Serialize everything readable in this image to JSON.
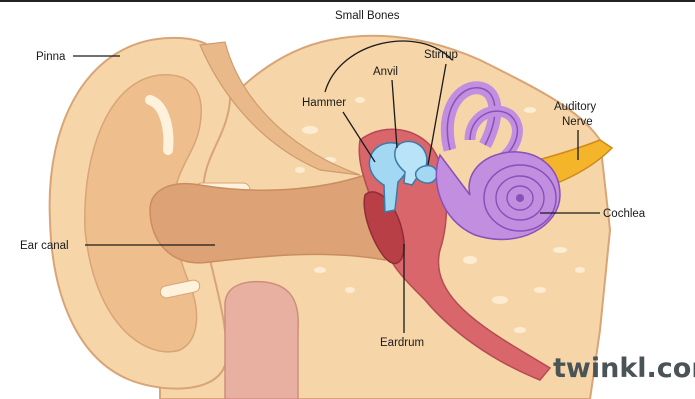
{
  "labels": {
    "small_bones": "Small Bones",
    "pinna": "Pinna",
    "anvil": "Anvil",
    "stirrup": "Stirrup",
    "hammer": "Hammer",
    "auditory_nerve_line1": "Auditory",
    "auditory_nerve_line2": "Nerve",
    "cochlea": "Cochlea",
    "ear_canal": "Ear canal",
    "eardrum": "Eardrum"
  },
  "watermark": "twinkl.com",
  "colors": {
    "skin": "#f6d6a8",
    "skin_dark": "#e8b583",
    "canal": "#dea277",
    "bone_blue": "#a3d8f2",
    "cochlea_purple": "#c28ee0",
    "nerve_orange": "#f5b52a",
    "eardrum_red": "#c84c52"
  }
}
